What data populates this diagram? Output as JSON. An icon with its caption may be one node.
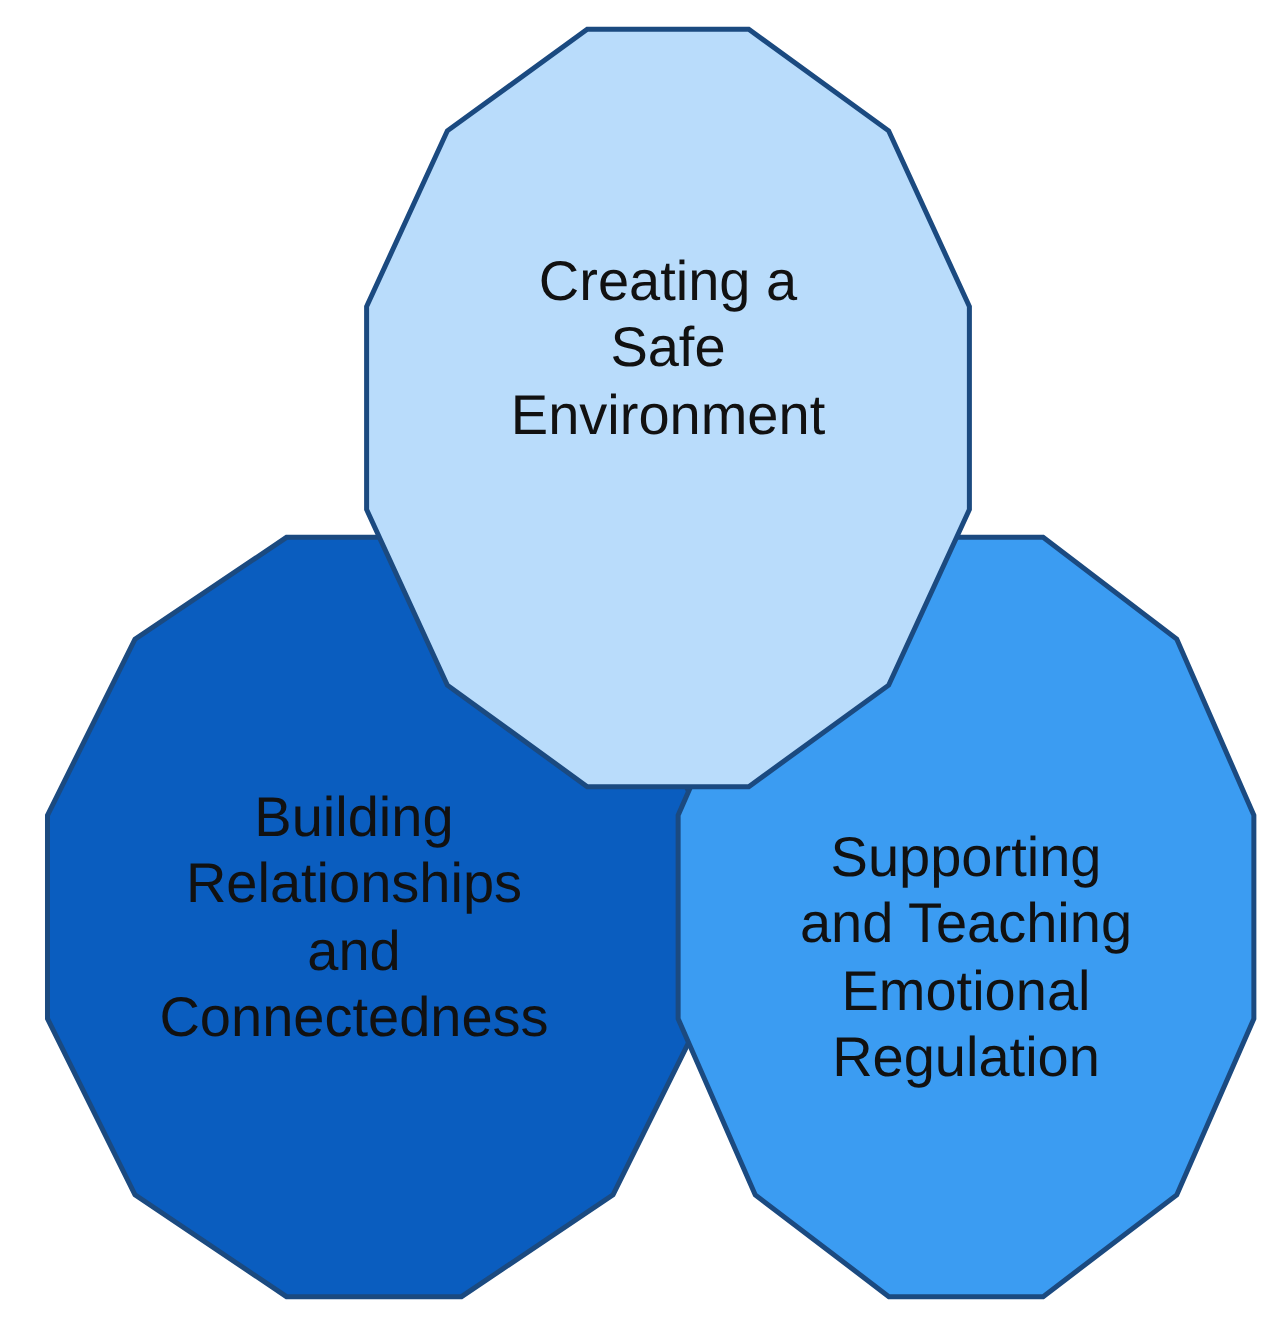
{
  "diagram": {
    "nodes": [
      {
        "text": [
          "Creating a Safe Environment"
        ]
      },
      {
        "text": [
          "Building Relationships and Connectedness"
        ]
      },
      {
        "text": [
          "Supporting and Teaching Emotional Regulation"
        ]
      }
    ]
  }
}
